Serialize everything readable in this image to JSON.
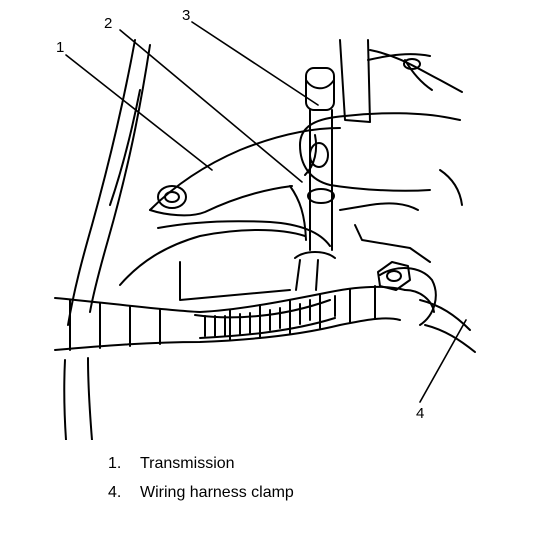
{
  "callouts": [
    {
      "number": "1"
    },
    {
      "number": "2"
    },
    {
      "number": "3"
    },
    {
      "number": "4"
    }
  ],
  "legend": [
    {
      "number": "1.",
      "label": "Transmission"
    },
    {
      "number": "4.",
      "label": "Wiring harness clamp"
    }
  ]
}
